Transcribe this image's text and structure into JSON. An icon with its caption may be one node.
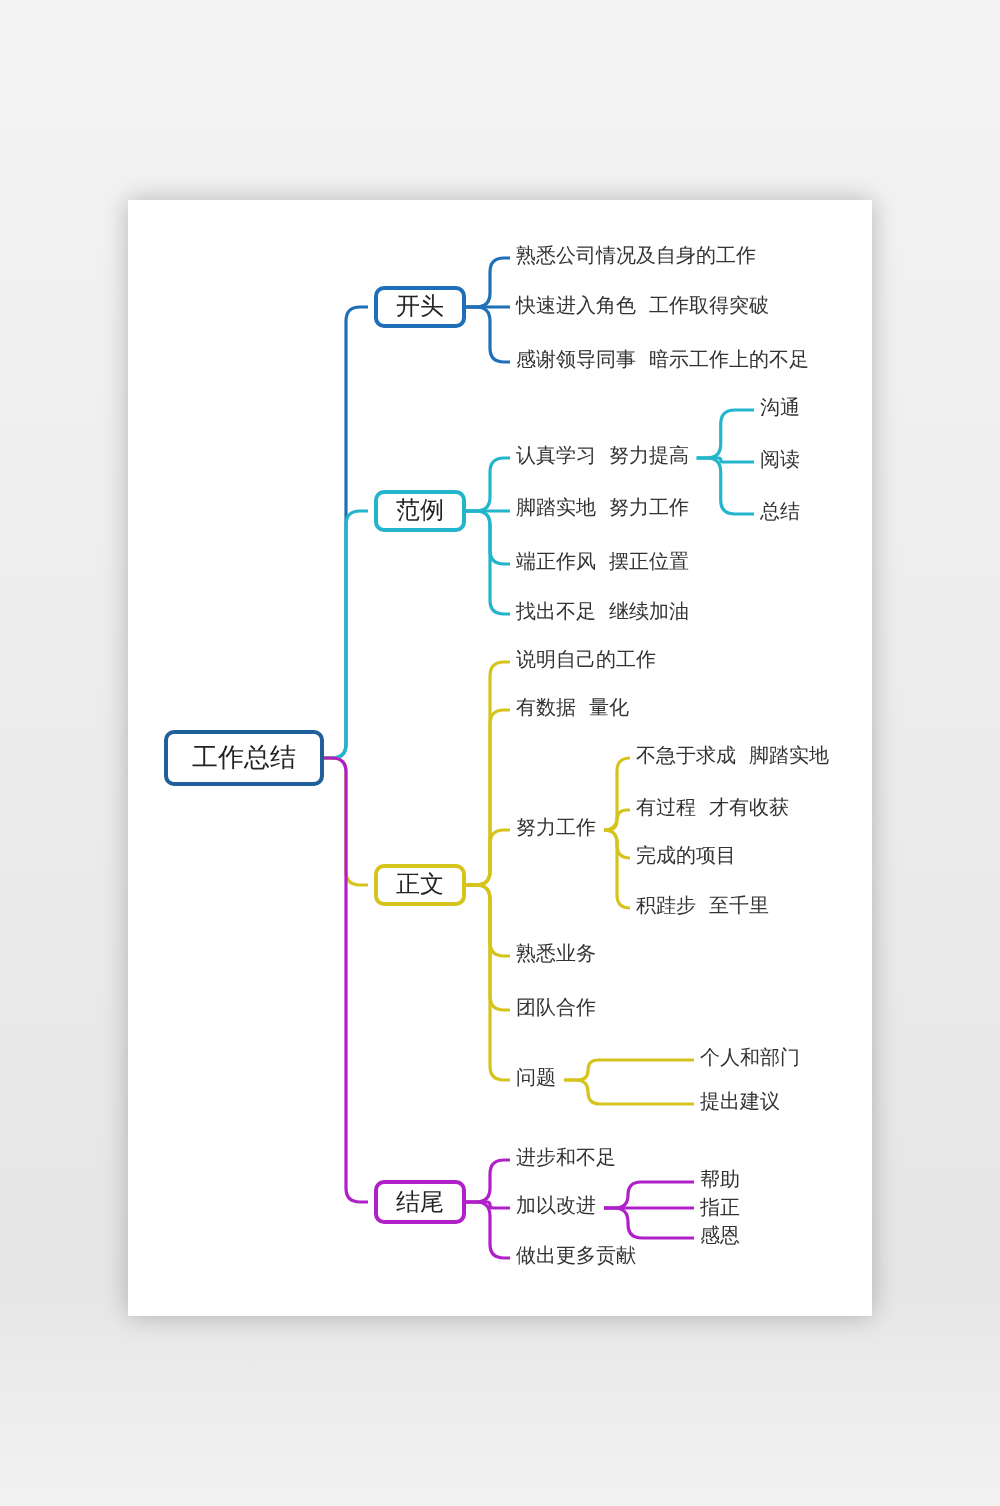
{
  "diagram": {
    "nodes": [
      {
        "text": [
          "工作总结"
        ]
      },
      {
        "text": [
          "开头"
        ]
      },
      {
        "text": [
          "熟悉公司情况及自身的工作"
        ]
      },
      {
        "text": [
          "快速进入角色  工作取得突破"
        ]
      },
      {
        "text": [
          "感谢领导同事  暗示工作上的不足"
        ]
      },
      {
        "text": [
          "范例"
        ]
      },
      {
        "text": [
          "认真学习  努力提高"
        ]
      },
      {
        "text": [
          "沟通"
        ]
      },
      {
        "text": [
          "阅读"
        ]
      },
      {
        "text": [
          "总结"
        ]
      },
      {
        "text": [
          "脚踏实地  努力工作"
        ]
      },
      {
        "text": [
          "端正作风  摆正位置"
        ]
      },
      {
        "text": [
          "找出不足  继续加油"
        ]
      },
      {
        "text": [
          "正文"
        ]
      },
      {
        "text": [
          "说明自己的工作"
        ]
      },
      {
        "text": [
          "有数据  量化"
        ]
      },
      {
        "text": [
          "努力工作"
        ]
      },
      {
        "text": [
          "不急于求成  脚踏实地"
        ]
      },
      {
        "text": [
          "有过程  才有收获"
        ]
      },
      {
        "text": [
          "完成的项目"
        ]
      },
      {
        "text": [
          "积跬步  至千里"
        ]
      },
      {
        "text": [
          "熟悉业务"
        ]
      },
      {
        "text": [
          "团队合作"
        ]
      },
      {
        "text": [
          "问题"
        ]
      },
      {
        "text": [
          "个人和部门"
        ]
      },
      {
        "text": [
          "提出建议"
        ]
      },
      {
        "text": [
          "结尾"
        ]
      },
      {
        "text": [
          "进步和不足"
        ]
      },
      {
        "text": [
          "加以改进"
        ]
      },
      {
        "text": [
          "做出更多贡献"
        ]
      },
      {
        "text": [
          "帮助"
        ]
      },
      {
        "text": [
          "指正"
        ]
      },
      {
        "text": [
          "感恩"
        ]
      }
    ],
    "edges": [
      {
        "from": 0,
        "to": 1,
        "arrow": "none",
        "color": "#1f6fb8"
      },
      {
        "from": 1,
        "to": 2,
        "arrow": "none",
        "color": "#1f6fb8"
      },
      {
        "from": 1,
        "to": 3,
        "arrow": "none",
        "color": "#1f6fb8"
      },
      {
        "from": 1,
        "to": 4,
        "arrow": "none",
        "color": "#1f6fb8"
      },
      {
        "from": 0,
        "to": 5,
        "arrow": "none",
        "color": "#22b5cc"
      },
      {
        "from": 5,
        "to": 6,
        "arrow": "none",
        "color": "#22b5cc"
      },
      {
        "from": 6,
        "to": 7,
        "arrow": "none",
        "color": "#22b5cc"
      },
      {
        "from": 6,
        "to": 8,
        "arrow": "none",
        "color": "#22b5cc"
      },
      {
        "from": 6,
        "to": 9,
        "arrow": "none",
        "color": "#22b5cc"
      },
      {
        "from": 5,
        "to": 10,
        "arrow": "none",
        "color": "#22b5cc"
      },
      {
        "from": 5,
        "to": 11,
        "arrow": "none",
        "color": "#22b5cc"
      },
      {
        "from": 5,
        "to": 12,
        "arrow": "none",
        "color": "#22b5cc"
      },
      {
        "from": 0,
        "to": 13,
        "arrow": "none",
        "color": "#d6c41e"
      },
      {
        "from": 13,
        "to": 14,
        "arrow": "none",
        "color": "#d6c41e"
      },
      {
        "from": 13,
        "to": 15,
        "arrow": "none",
        "color": "#d6c41e"
      },
      {
        "from": 13,
        "to": 16,
        "arrow": "none",
        "color": "#d6c41e"
      },
      {
        "from": 16,
        "to": 17,
        "arrow": "none",
        "color": "#d6c41e"
      },
      {
        "from": 16,
        "to": 18,
        "arrow": "none",
        "color": "#d6c41e"
      },
      {
        "from": 16,
        "to": 19,
        "arrow": "none",
        "color": "#d6c41e"
      },
      {
        "from": 16,
        "to": 20,
        "arrow": "none",
        "color": "#d6c41e"
      },
      {
        "from": 13,
        "to": 21,
        "arrow": "none",
        "color": "#d6c41e"
      },
      {
        "from": 13,
        "to": 22,
        "arrow": "none",
        "color": "#d6c41e"
      },
      {
        "from": 13,
        "to": 23,
        "arrow": "none",
        "color": "#d6c41e"
      },
      {
        "from": 23,
        "to": 24,
        "arrow": "none",
        "color": "#d6c41e"
      },
      {
        "from": 23,
        "to": 25,
        "arrow": "none",
        "color": "#d6c41e"
      },
      {
        "from": 0,
        "to": 26,
        "arrow": "none",
        "color": "#b020c8"
      },
      {
        "from": 26,
        "to": 27,
        "arrow": "none",
        "color": "#b020c8"
      },
      {
        "from": 26,
        "to": 28,
        "arrow": "none",
        "color": "#b020c8"
      },
      {
        "from": 28,
        "to": 30,
        "arrow": "none",
        "color": "#b020c8"
      },
      {
        "from": 28,
        "to": 31,
        "arrow": "none",
        "color": "#b020c8"
      },
      {
        "from": 28,
        "to": 32,
        "arrow": "none",
        "color": "#b020c8"
      },
      {
        "from": 26,
        "to": 29,
        "arrow": "none",
        "color": "#b020c8"
      }
    ]
  }
}
